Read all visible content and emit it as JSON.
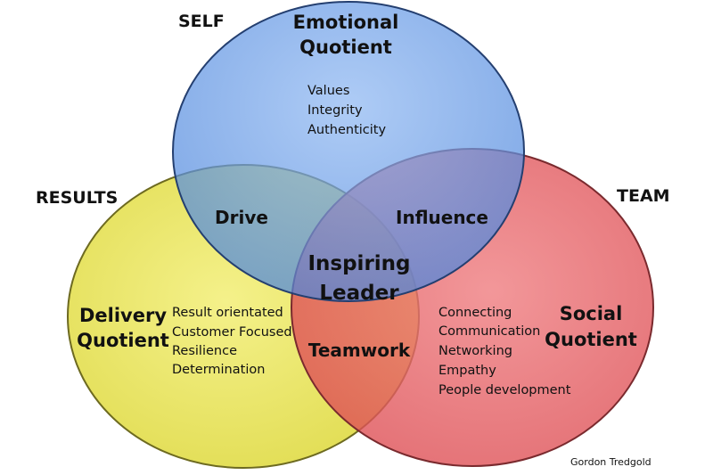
{
  "colors": {
    "self_circle": "#5f96e6",
    "results_circle": "#e7e34c",
    "team_circle": "#e45a5f"
  },
  "labels": {
    "self": "SELF",
    "results": "RESULTS",
    "team": "TEAM"
  },
  "circles": {
    "emotional": {
      "title_line1": "Emotional",
      "title_line2": "Quotient",
      "items": [
        "Values",
        "Integrity",
        "Authenticity"
      ]
    },
    "delivery": {
      "title_line1": "Delivery",
      "title_line2": "Quotient",
      "items": [
        "Result orientated",
        "Customer Focused",
        "Resilience",
        "Determination"
      ]
    },
    "social": {
      "title_line1": "Social",
      "title_line2": "Quotient",
      "items": [
        "Connecting",
        "Communication",
        "Networking",
        "Empathy",
        "People development"
      ]
    }
  },
  "intersections": {
    "drive": "Drive",
    "influence": "Influence",
    "teamwork": "Teamwork",
    "center_line1": "Inspiring",
    "center_line2": "Leader"
  },
  "credit": "Gordon Tredgold"
}
